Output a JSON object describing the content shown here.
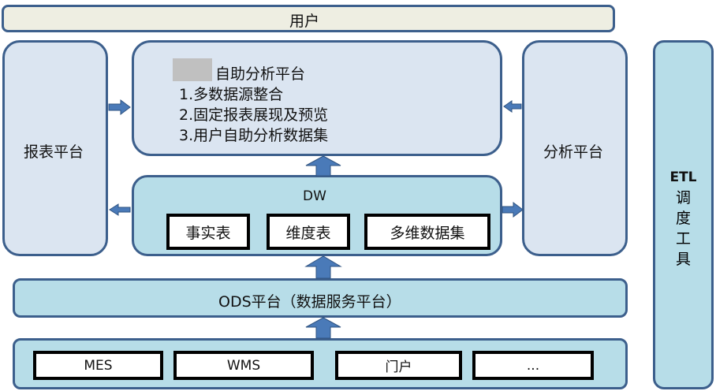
{
  "user_bar": {
    "label": "用户"
  },
  "report_platform": {
    "label": "报表平台"
  },
  "self_service": {
    "title": "自助分析平台",
    "items": [
      "1.多数据源整合",
      "2.固定报表展现及预览",
      "3.用户自助分析数据集"
    ]
  },
  "analysis_platform": {
    "label": "分析平台"
  },
  "etl": {
    "title": "ETL",
    "chars": [
      "调",
      "度",
      "工",
      "具"
    ]
  },
  "dw": {
    "title": "DW",
    "items": [
      "事实表",
      "维度表",
      "多维数据集"
    ]
  },
  "ods": {
    "label": "ODS平台（数据服务平台）"
  },
  "sources": {
    "items": [
      "MES",
      "WMS",
      "门户",
      "..."
    ]
  },
  "colors": {
    "border": "#3c5f8c",
    "light_box": "#dbe5f1",
    "teal_box": "#b7dde8",
    "cream_box": "#eeeee2",
    "arrow": "#4a7ab8"
  }
}
